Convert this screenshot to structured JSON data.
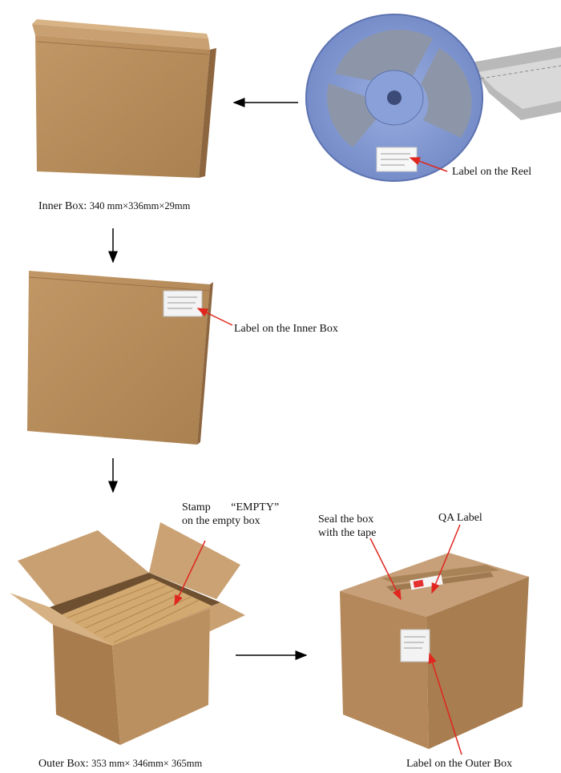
{
  "labels": {
    "reel_label": "Label on the Reel",
    "inner_box_prefix": "Inner Box:",
    "inner_box_dims": "340 mm×336mm×29mm",
    "inner_box_label": "Label on the Inner Box",
    "stamp_line1": "Stamp",
    "stamp_line1b": "“EMPTY”",
    "stamp_line2": "on the empty box",
    "seal_line1": "Seal  the  box",
    "seal_line2": "with the tape",
    "qa_label": "QA Label",
    "outer_box_prefix": "Outer Box:",
    "outer_box_dims": "353 mm×  346mm×  365mm",
    "outer_box_label": "Label on the Outer Box"
  },
  "colors": {
    "cardboard": "#b98c5c",
    "cardboard_dark": "#9c7349",
    "cardboard_light": "#cda47a",
    "reel_blue": "#7f95cf",
    "pointer_red": "#e0261e",
    "arrow_black": "#000000"
  }
}
